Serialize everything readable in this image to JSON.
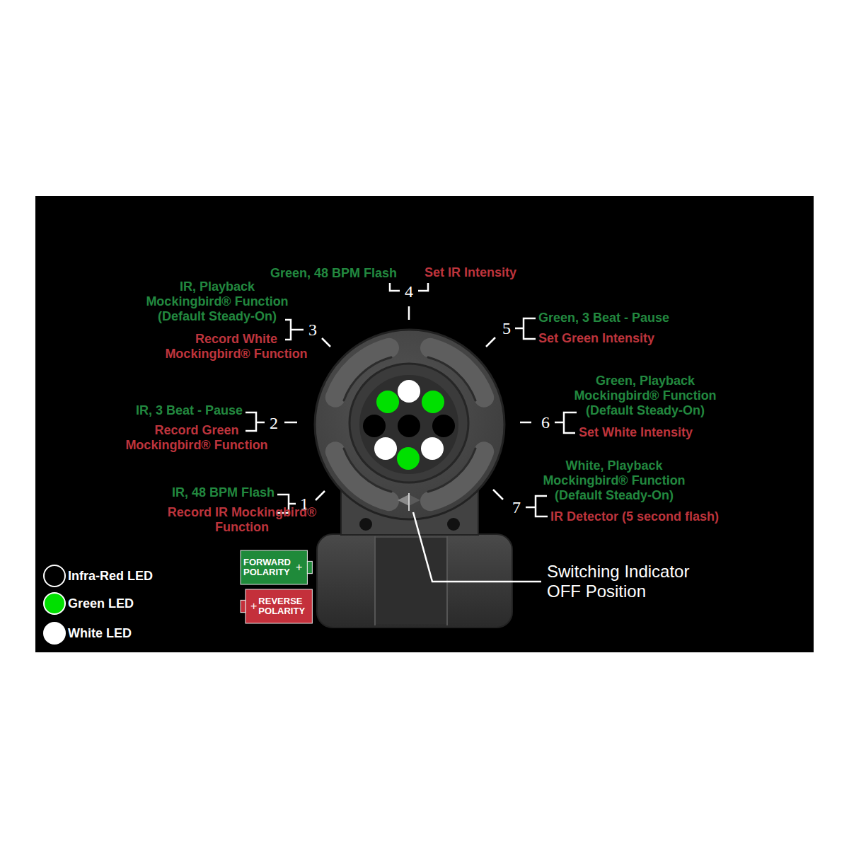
{
  "diagram": {
    "nodes": [
      {
        "text": [
          "FORWARD POLARITY",
          "+"
        ]
      },
      {
        "text": [
          "+",
          "REVERSE POLARITY"
        ]
      }
    ],
    "labels": [
      "Green, 48 BPM Flash",
      "Set IR Intensity",
      "4",
      "IR, Playback Mockingbird® Function (Default Steady-On)",
      "Record White Mockingbird® Function",
      "3",
      "5",
      "Green, 3 Beat - Pause",
      "Set Green Intensity",
      "IR, 3 Beat - Pause",
      "Record Green Mockingbird® Function",
      "2",
      "6",
      "Green, Playback Mockingbird® Function (Default Steady-On)",
      "Set White Intensity",
      "IR, 48 BPM Flash",
      "Record IR Mockingbird® Function",
      "1",
      "7",
      "White, Playback Mockingbird® Function (Default Steady-On)",
      "IR Detector (5 second flash)",
      "Switching Indicator OFF Position"
    ],
    "legend": [
      {
        "text": "Infra-Red LED",
        "color": "#000000"
      },
      {
        "text": "Green LED",
        "color": "#00e000"
      },
      {
        "text": "White LED",
        "color": "#ffffff"
      }
    ]
  }
}
